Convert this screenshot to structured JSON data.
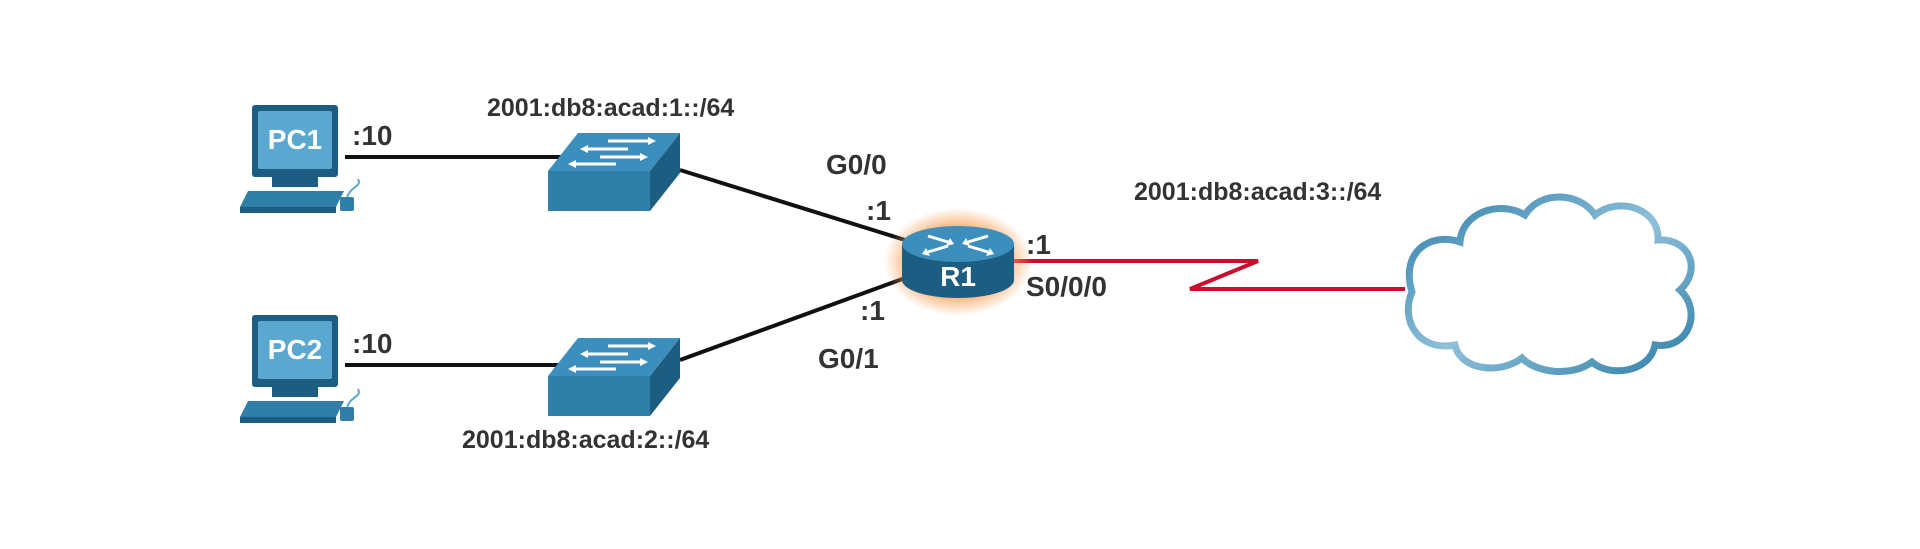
{
  "colors": {
    "device_blue": "#2f7fa9",
    "device_dark": "#1d5d82",
    "device_light": "#5aa7cf",
    "wan_link": "#c8102e",
    "cable": "#111111",
    "label": "#333333",
    "router_glow": "#f7a25a",
    "cloud_outline": "#3f8ab5"
  },
  "devices": {
    "pc1": {
      "label": "PC1",
      "icon": "pc-icon"
    },
    "pc2": {
      "label": "PC2",
      "icon": "pc-icon"
    },
    "switch1": {
      "icon": "switch-icon"
    },
    "switch2": {
      "icon": "switch-icon"
    },
    "router": {
      "label": "R1",
      "icon": "router-icon"
    },
    "cloud": {
      "icon": "cloud-icon"
    }
  },
  "networks": {
    "lan1": "2001:db8:acad:1::/64",
    "lan2": "2001:db8:acad:2::/64",
    "wan": "2001:db8:acad:3::/64"
  },
  "interfaces": {
    "pc1_host": ":10",
    "pc2_host": ":10",
    "r1_g00_name": "G0/0",
    "r1_g00_host": ":1",
    "r1_g01_name": "G0/1",
    "r1_g01_host": ":1",
    "r1_s000_name": "S0/0/0",
    "r1_s000_host": ":1"
  }
}
